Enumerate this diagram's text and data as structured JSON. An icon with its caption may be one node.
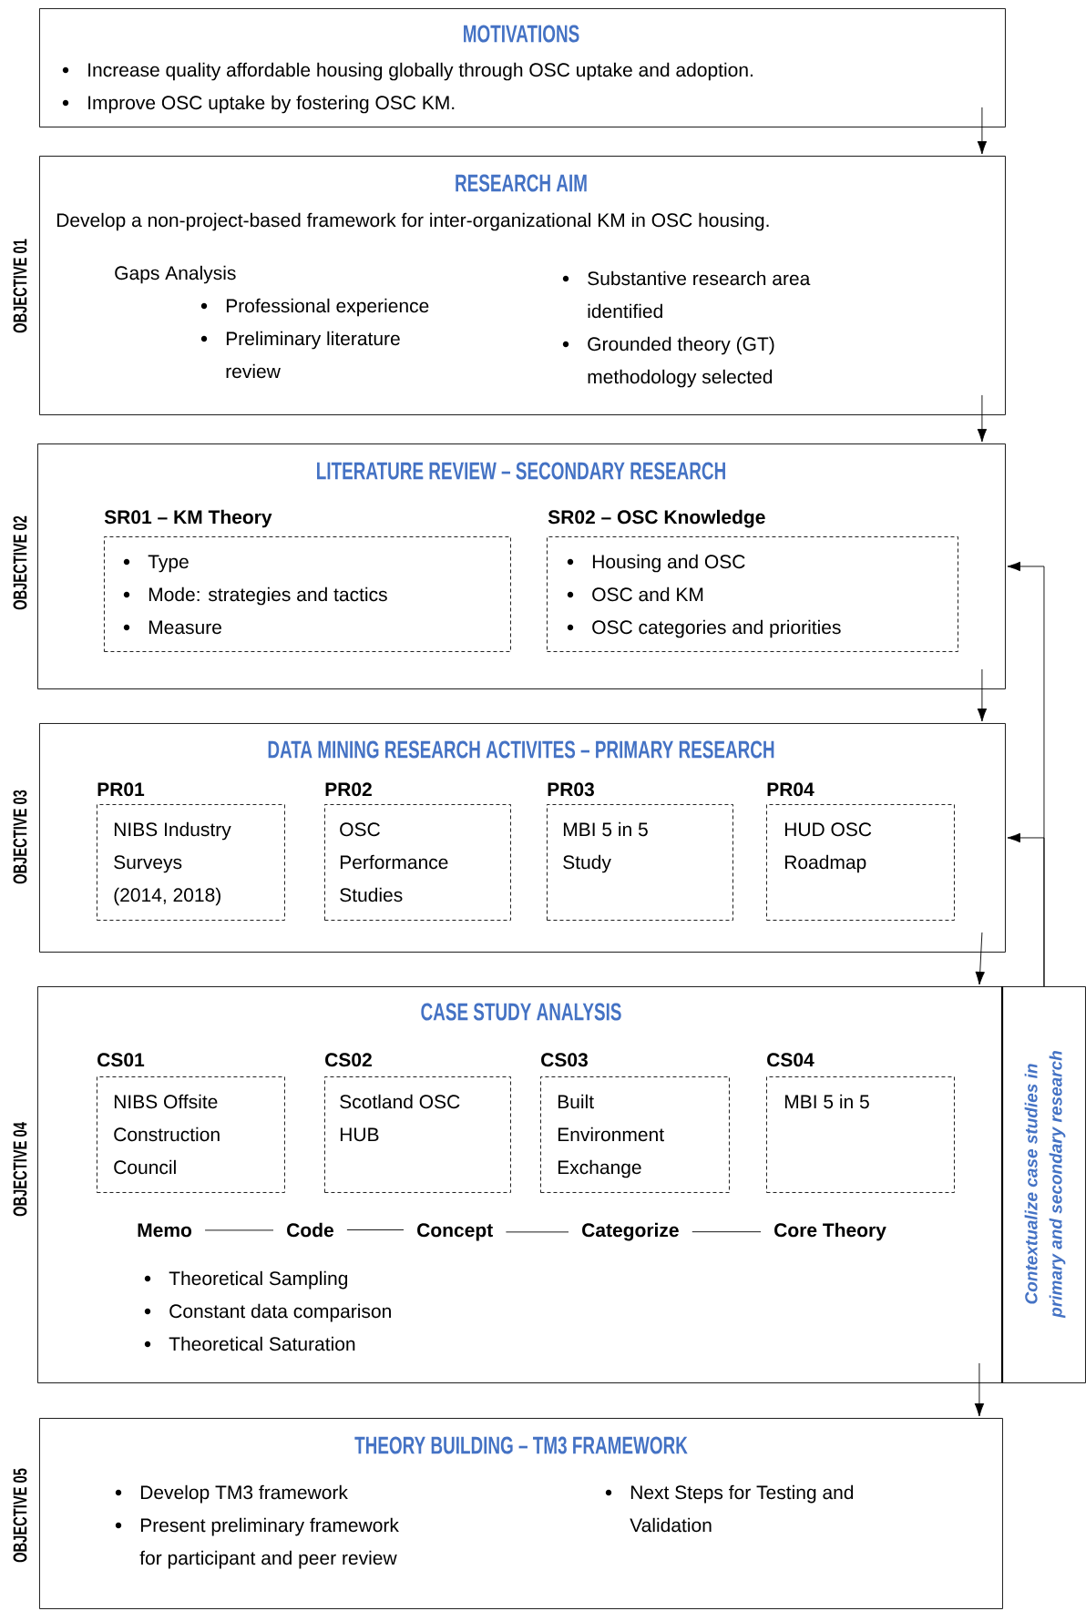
{
  "diagram": {
    "nodes": [
      {
        "text": [
          "MOTIVATIONS",
          "Increase quality affordable housing globally through OSC uptake and adoption.",
          "Improve OSC uptake by fostering OSC KM."
        ]
      },
      {
        "text": [
          "RESEARCH AIM",
          "Develop a non-project-based framework for inter-organizational KM in OSC housing.",
          "Gaps Analysis",
          "Professional experience",
          "Preliminary literature review",
          "Substantive research area identified",
          "Grounded theory (GT) methodology selected"
        ],
        "beside": [
          "OBJECTIVE 01"
        ]
      },
      {
        "text": [
          "LITERATURE REVIEW – SECONDARY RESEARCH"
        ],
        "beside": [
          "OBJECTIVE 02"
        ]
      },
      {
        "text": [
          "SR01 – KM Theory",
          "Type",
          "Mode: strategies and tactics",
          "Measure"
        ],
        "in": 2
      },
      {
        "text": [
          "SR02 – OSC Knowledge",
          "Housing and OSC",
          "OSC and KM",
          "OSC categories and priorities"
        ],
        "in": 2
      },
      {
        "text": [
          "DATA MINING RESEARCH ACTIVITES – PRIMARY RESEARCH"
        ],
        "beside": [
          "OBJECTIVE 03"
        ]
      },
      {
        "text": [
          "PR01",
          "NIBS Industry Surveys (2014, 2018)"
        ],
        "in": 5
      },
      {
        "text": [
          "PR02",
          "OSC Performance Studies"
        ],
        "in": 5
      },
      {
        "text": [
          "PR03",
          "MBI 5 in 5 Study"
        ],
        "in": 5
      },
      {
        "text": [
          "PR04",
          "HUD OSC Roadmap"
        ],
        "in": 5
      },
      {
        "text": [
          "CASE STUDY ANALYSIS",
          "Theoretical Sampling",
          "Constant data comparison",
          "Theoretical Saturation"
        ],
        "beside": [
          "OBJECTIVE 04"
        ]
      },
      {
        "text": [
          "CS01",
          "NIBS Offsite Construction Council"
        ],
        "in": 10
      },
      {
        "text": [
          "CS02",
          "Scotland OSC HUB"
        ],
        "in": 10
      },
      {
        "text": [
          "CS03",
          "Built Environment Exchange"
        ],
        "in": 10
      },
      {
        "text": [
          "CS04",
          "MBI 5 in 5"
        ],
        "in": 10
      },
      {
        "text": [
          "Memo"
        ],
        "in": 10
      },
      {
        "text": [
          "Code"
        ],
        "in": 10
      },
      {
        "text": [
          "Concept"
        ],
        "in": 10
      },
      {
        "text": [
          "Categorize"
        ],
        "in": 10
      },
      {
        "text": [
          "Core Theory"
        ],
        "in": 10
      },
      {
        "text": [
          "Contextualize case studies in primary and secondary research"
        ]
      },
      {
        "text": [
          "THEORY BUILDING – TM3 FRAMEWORK",
          "Develop TM3 framework",
          "Present preliminary framework for participant and peer review",
          "Next Steps for Testing and Validation"
        ],
        "beside": [
          "OBJECTIVE 05"
        ]
      }
    ],
    "edges": [
      {
        "from": 0,
        "to": 1,
        "arrow": "to"
      },
      {
        "from": 1,
        "to": 2,
        "arrow": "to"
      },
      {
        "from": 2,
        "to": 5,
        "arrow": "to"
      },
      {
        "from": 5,
        "to": 10,
        "arrow": "to"
      },
      {
        "from": 10,
        "to": 21,
        "arrow": "to"
      },
      {
        "from": 20,
        "to": 2,
        "arrow": "to"
      },
      {
        "from": 20,
        "to": 5,
        "arrow": "to"
      },
      {
        "from": 15,
        "to": 16,
        "arrow": "none"
      },
      {
        "from": 16,
        "to": 17,
        "arrow": "none"
      },
      {
        "from": 17,
        "to": 18,
        "arrow": "none"
      },
      {
        "from": 18,
        "to": 19,
        "arrow": "none"
      }
    ]
  }
}
